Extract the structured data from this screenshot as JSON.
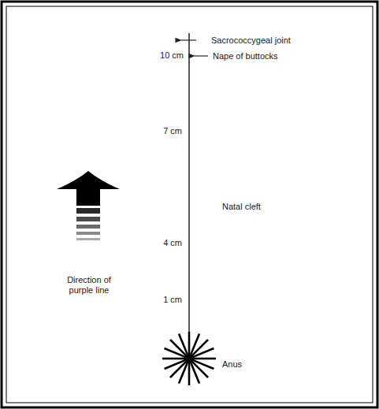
{
  "diagram": {
    "labels": [
      "Sacrococcygeal joint",
      "10 cm",
      "Nape of buttocks",
      "7 cm",
      "Natal cleft",
      "4 cm",
      "Direction of purple line",
      "1 cm",
      "Anus"
    ]
  }
}
